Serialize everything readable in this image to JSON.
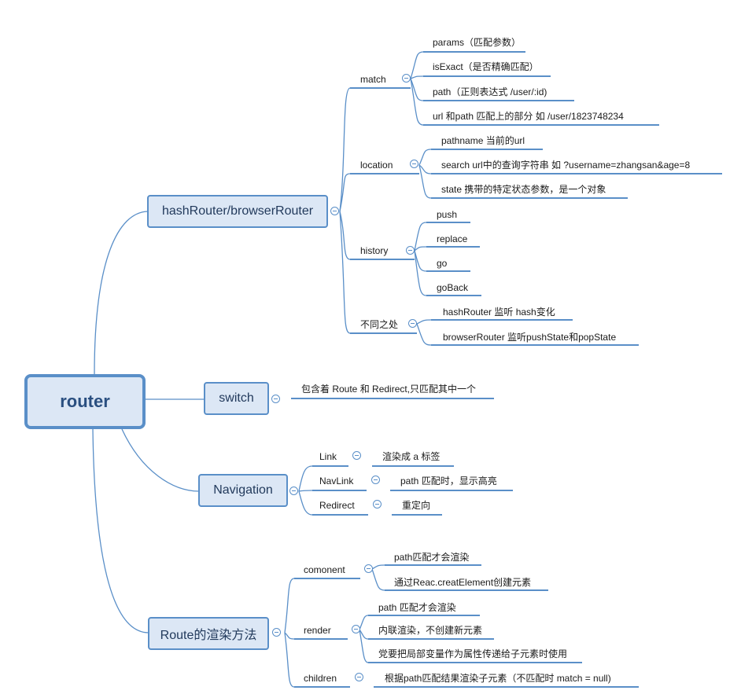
{
  "root": {
    "label": "router"
  },
  "branches": {
    "hashRouter": {
      "label": "hashRouter/browserRouter",
      "match": {
        "label": "match",
        "children": [
          "params（匹配参数）",
          "isExact（是否精确匹配）",
          "path（正则表达式  /user/:id)",
          "url  和path 匹配上的部分  如 /user/1823748234"
        ]
      },
      "location": {
        "label": "location",
        "children": [
          "pathname  当前的url",
          "search url中的查询字符串  如  ?username=zhangsan&age=8",
          "state  携带的特定状态参数，是一个对象"
        ]
      },
      "history": {
        "label": "history",
        "children": [
          "push",
          "replace",
          "go",
          "goBack"
        ]
      },
      "diff": {
        "label": "不同之处",
        "children": [
          "hashRouter 监听 hash变化",
          "browserRouter 监听pushState和popState"
        ]
      }
    },
    "switch": {
      "label": "switch",
      "desc": "包含着 Route 和 Redirect,只匹配其中一个"
    },
    "navigation": {
      "label": "Navigation",
      "link": {
        "label": "Link",
        "desc": "渲染成 a 标签"
      },
      "navlink": {
        "label": "NavLink",
        "desc": "path 匹配时，显示高亮"
      },
      "redirect": {
        "label": "Redirect",
        "desc": "重定向"
      }
    },
    "route": {
      "label": "Route的渲染方法",
      "component": {
        "label": "comonent",
        "children": [
          "path匹配才会渲染",
          "通过Reac.creatElement创建元素"
        ]
      },
      "render": {
        "label": "render",
        "children": [
          "path 匹配才会渲染",
          "内联渲染，不创建新元素",
          "党要把局部变量作为属性传递给子元素时使用"
        ]
      },
      "children": {
        "label": "children",
        "desc": "根据path匹配结果渲染子元素（不匹配时 match = null)"
      }
    }
  }
}
